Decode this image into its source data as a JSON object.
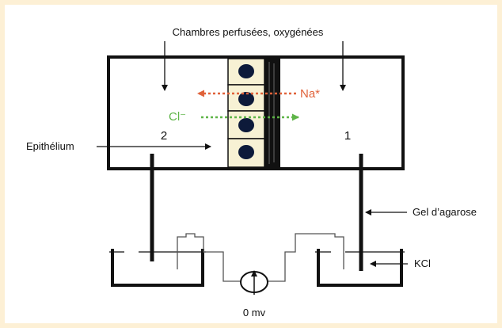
{
  "labels": {
    "chambers": "Chambres perfusées, oxygénées",
    "sodium": "Na*",
    "chloride": "Cl⁻",
    "chamber_2": "2",
    "chamber_1": "1",
    "epithelium": "Epithélium",
    "agarose_gel": "Gel d’agarose",
    "kcl": "KCl",
    "voltage": "0 mv"
  },
  "colors": {
    "sodium_arrow": "#e0623a",
    "chloride_arrow": "#5fb548",
    "cells_fill": "#f7f1d4",
    "nucleus": "#0d1a3a",
    "outline": "#111111",
    "page_background": "#fdf0d5"
  }
}
